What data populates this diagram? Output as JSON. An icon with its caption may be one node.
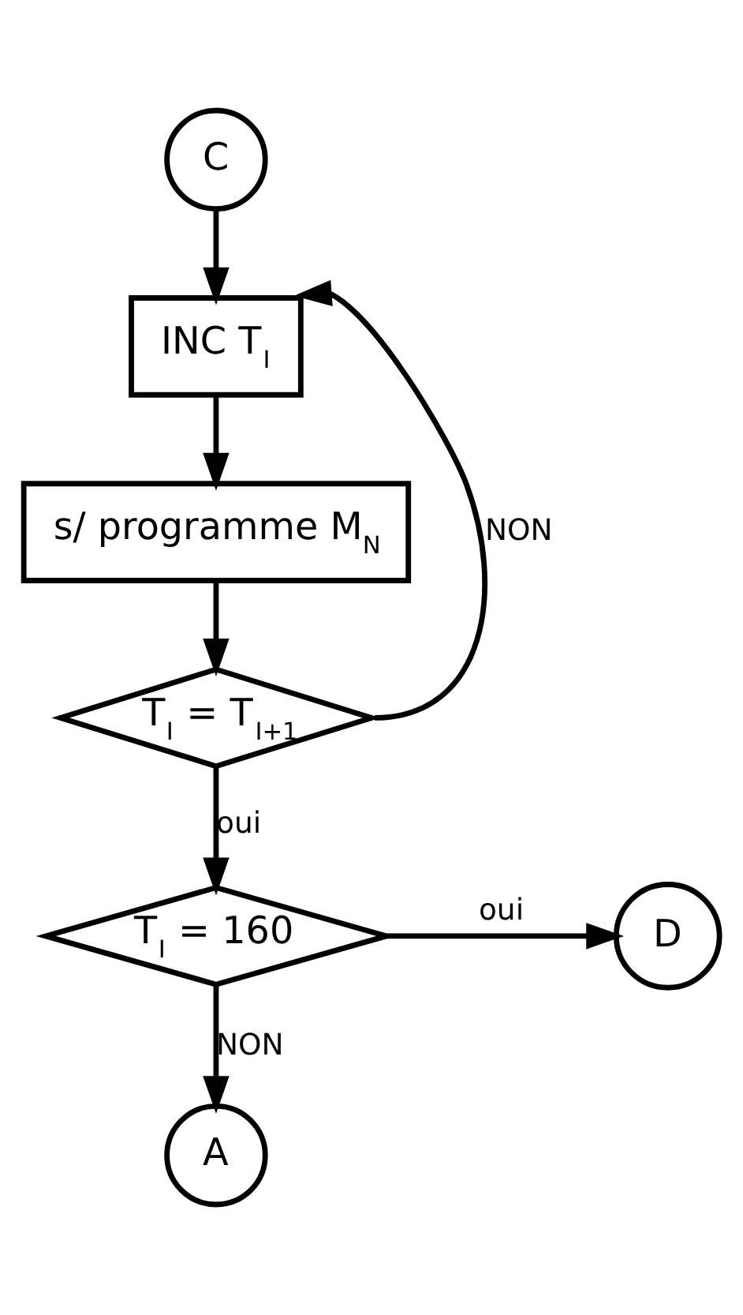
{
  "diagram": {
    "nodes": [
      {
        "text": [
          "C"
        ]
      },
      {
        "text": [
          "INC T$_{I}$"
        ]
      },
      {
        "text": [
          "s/ programme M$_{N}$"
        ]
      },
      {
        "text": [
          "T$_{I}$ = T$_{I+1}$"
        ]
      },
      {
        "text": [
          "T$_{I}$ = 160"
        ]
      },
      {
        "text": [
          "D"
        ]
      },
      {
        "text": [
          "A"
        ]
      }
    ],
    "edges": [
      {
        "from": 0,
        "to": 1,
        "arrow": "to"
      },
      {
        "from": 1,
        "to": 2,
        "arrow": "to"
      },
      {
        "from": 2,
        "to": 3,
        "arrow": "to"
      },
      {
        "from": 3,
        "to": 1,
        "arrow": "to",
        "label": "NON"
      },
      {
        "from": 3,
        "to": 4,
        "arrow": "to",
        "label": "oui"
      },
      {
        "from": 4,
        "to": 5,
        "arrow": "to",
        "label": "oui"
      },
      {
        "from": 4,
        "to": 6,
        "arrow": "to",
        "label": "NON"
      }
    ]
  }
}
